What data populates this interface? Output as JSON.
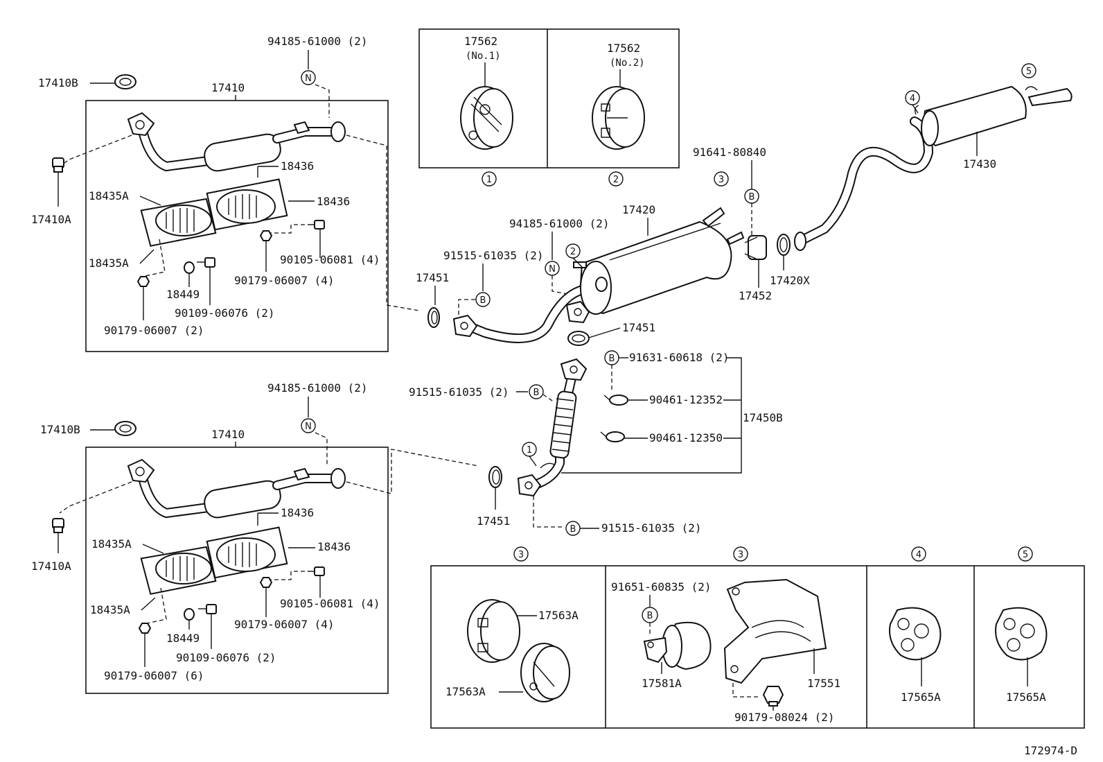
{
  "diagram_id": "172974-D",
  "insets": {
    "hanger1": {
      "part": "17562",
      "sub": "(No.1)",
      "marker": "1"
    },
    "hanger2": {
      "part": "17562",
      "sub": "(No.2)",
      "marker": "2"
    }
  },
  "upper_group": {
    "nut_clamp": "94185-61000 (2)",
    "gasket_b": "17410B",
    "pipe": "17410",
    "plug_a": "17410A",
    "conv_upper": "18436",
    "conv_right": "18436",
    "cover_a_top": "18435A",
    "cover_a_bottom": "18435A",
    "bolt_4": "90105-06081 (4)",
    "nut_4": "90179-06007 (4)",
    "plug": "18449",
    "bolt_2": "90109-06076 (2)",
    "nut_2": "90179-06007 (2)"
  },
  "lower_group": {
    "nut_clamp": "94185-61000 (2)",
    "gasket_b": "17410B",
    "pipe": "17410",
    "plug_a": "17410A",
    "conv_upper": "18436",
    "conv_right": "18436",
    "cover_a_top": "18435A",
    "cover_a_bottom": "18435A",
    "bolt_4": "90105-06081 (4)",
    "nut_4": "90179-06007 (4)",
    "plug": "18449",
    "bolt_2": "90109-06076 (2)",
    "nut_6": "90179-06007 (6)"
  },
  "center": {
    "nut_clamp": "94185-61000 (2)",
    "bolt_b_top": "91515-61035 (2)",
    "gasket_left": "17451",
    "gasket_mid": "17451",
    "gasket_lower": "17451",
    "muffler_center": "17420",
    "bolt_b_right": "91641-80840",
    "clamp": "17452",
    "ring": "17420X",
    "tail_muffler": "17430",
    "bolt_b_mid": "91515-61035 (2)",
    "bolt_b_bottom": "91515-61035 (2)",
    "bolt_b_assy": "91631-60618 (2)",
    "spring_1": "90461-12352",
    "spring_2": "90461-12350",
    "assy": "17450B",
    "m1": "1",
    "m2": "2",
    "m3": "3",
    "m4": "4",
    "m5": "5"
  },
  "bottom_panels": {
    "p1": {
      "marker": "3",
      "part_top": "17563A",
      "part_bottom": "17563A"
    },
    "p2": {
      "marker": "3",
      "bolt": "91651-60835 (2)",
      "hanger": "17581A",
      "bracket": "17551",
      "nut": "90179-08024 (2)"
    },
    "p3": {
      "marker": "4",
      "part": "17565A"
    },
    "p4": {
      "marker": "5",
      "part": "17565A"
    }
  },
  "marker_letters": {
    "n": "N",
    "b": "B"
  }
}
